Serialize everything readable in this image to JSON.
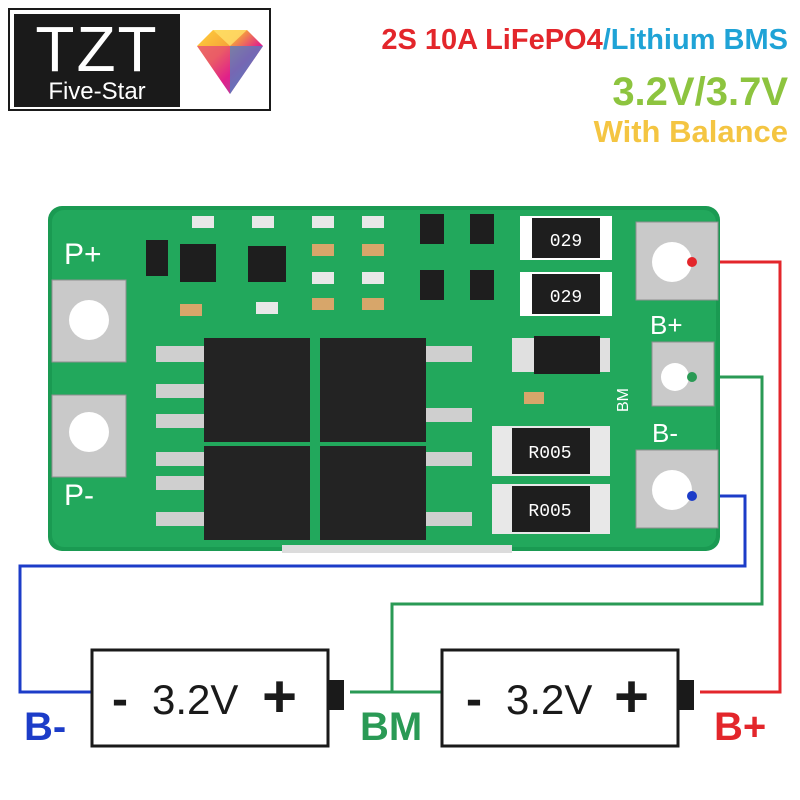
{
  "logo": {
    "main": "TZT",
    "sub": "Five-Star"
  },
  "title": {
    "line1_part1": "2S 10A LiFePO4",
    "line1_part2": "/Lithium BMS",
    "line2": "3.2V/3.7V",
    "line3": "With Balance"
  },
  "board": {
    "pad_labels": {
      "p_plus": "P+",
      "p_minus": "P-",
      "b_plus": "B+",
      "bm": "BM",
      "b_minus": "B-"
    },
    "resistors": {
      "top1": "029",
      "top2": "029",
      "bottom1": "R005",
      "bottom2": "R005"
    }
  },
  "batteries": [
    {
      "minus": "-",
      "voltage": "3.2V",
      "plus": "+"
    },
    {
      "minus": "-",
      "voltage": "3.2V",
      "plus": "+"
    }
  ],
  "wiring_labels": {
    "b_minus": "B-",
    "bm": "BM",
    "b_plus": "B+"
  },
  "colors": {
    "red": "#e3262b",
    "green": "#2a9a55",
    "blue": "#1c3cc8",
    "pcb": "#1a9a52",
    "lime": "#8dc43f",
    "gold": "#f4c542",
    "pink": "#e0208a",
    "cyan": "#1fa3d6"
  }
}
